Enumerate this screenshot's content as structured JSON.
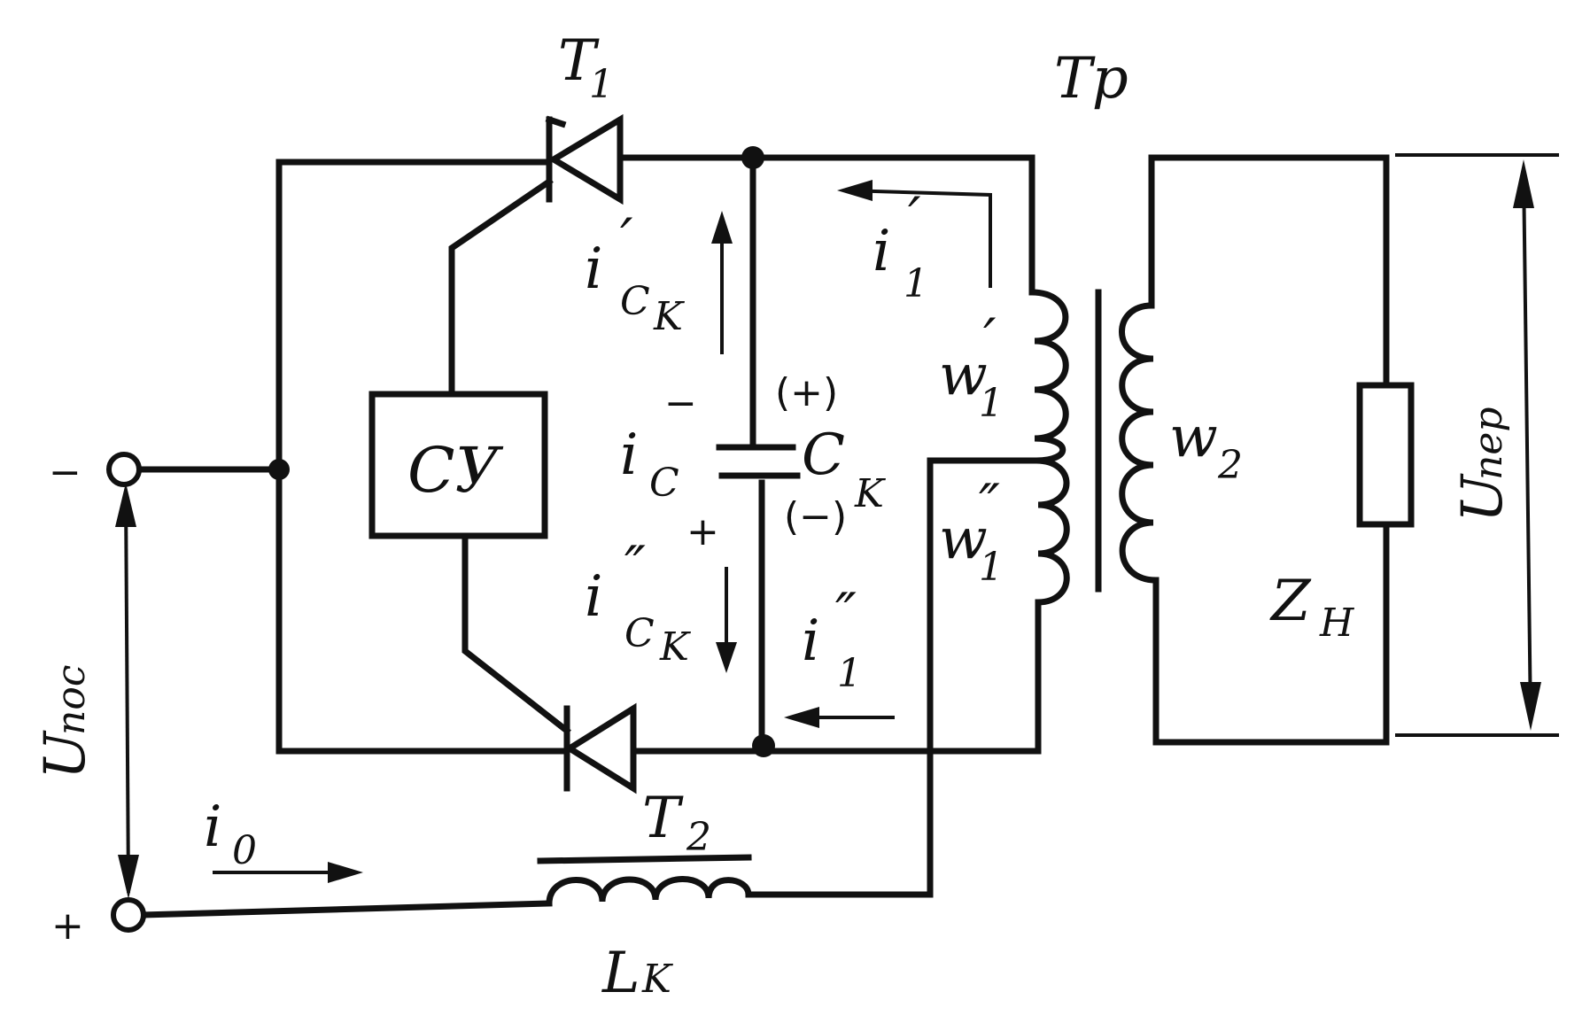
{
  "labels": {
    "thyristor_top": "T",
    "thyristor_top_sub": "1",
    "thyristor_bottom": "T",
    "thyristor_bottom_sub": "2",
    "transformer": "Tp",
    "control_unit": "СУ",
    "capacitor": "C",
    "capacitor_sub": "K",
    "cap_polarity_top": "(+)",
    "cap_polarity_bottom": "(−)",
    "i_c": "i",
    "i_c_sub": "C",
    "i_c_minus": "−",
    "i_c_plus": "+",
    "i_ck_top": "i",
    "i_ck_top_prime": "′",
    "i_ck_top_sub": "C",
    "i_ck_top_sub2": "K",
    "i_ck_bottom": "i",
    "i_ck_bottom_prime": "″",
    "i_ck_bottom_sub": "C",
    "i_ck_bottom_sub2": "K",
    "i1_top": "i",
    "i1_top_prime": "′",
    "i1_top_sub": "1",
    "i1_bottom": "i",
    "i1_bottom_prime": "″",
    "i1_bottom_sub": "1",
    "w1_top": "w",
    "w1_top_prime": "′",
    "w1_top_sub": "1",
    "w1_bottom": "w",
    "w1_bottom_prime": "″",
    "w1_bottom_sub": "1",
    "w2": "w",
    "w2_sub": "2",
    "load": "Z",
    "load_sub": "H",
    "u_out": "U",
    "u_out_sub": "пер",
    "u_in": "U",
    "u_in_sub": "пос",
    "i0": "i",
    "i0_sub": "0",
    "inductor": "L",
    "inductor_sub": "K",
    "terminal_minus": "−",
    "terminal_plus": "+"
  },
  "colors": {
    "ink": "#111111",
    "paper": "#ffffff"
  }
}
